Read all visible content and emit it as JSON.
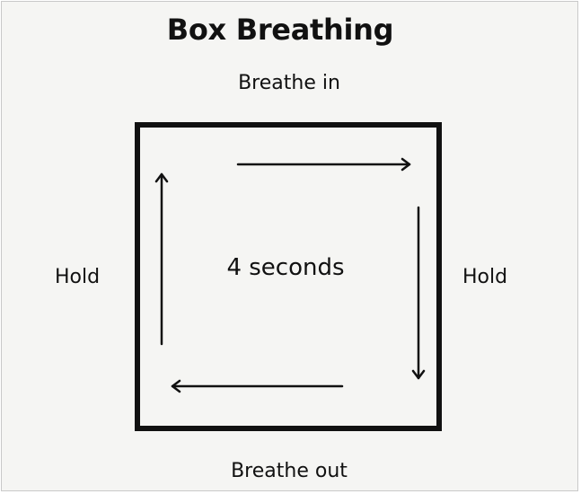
{
  "title": "Box Breathing",
  "labels": {
    "top": "Breathe in",
    "right": "Hold",
    "bottom": "Breathe out",
    "left": "Hold",
    "center": "4 seconds"
  },
  "colors": {
    "background": "#f5f5f3",
    "stroke": "#111111"
  }
}
